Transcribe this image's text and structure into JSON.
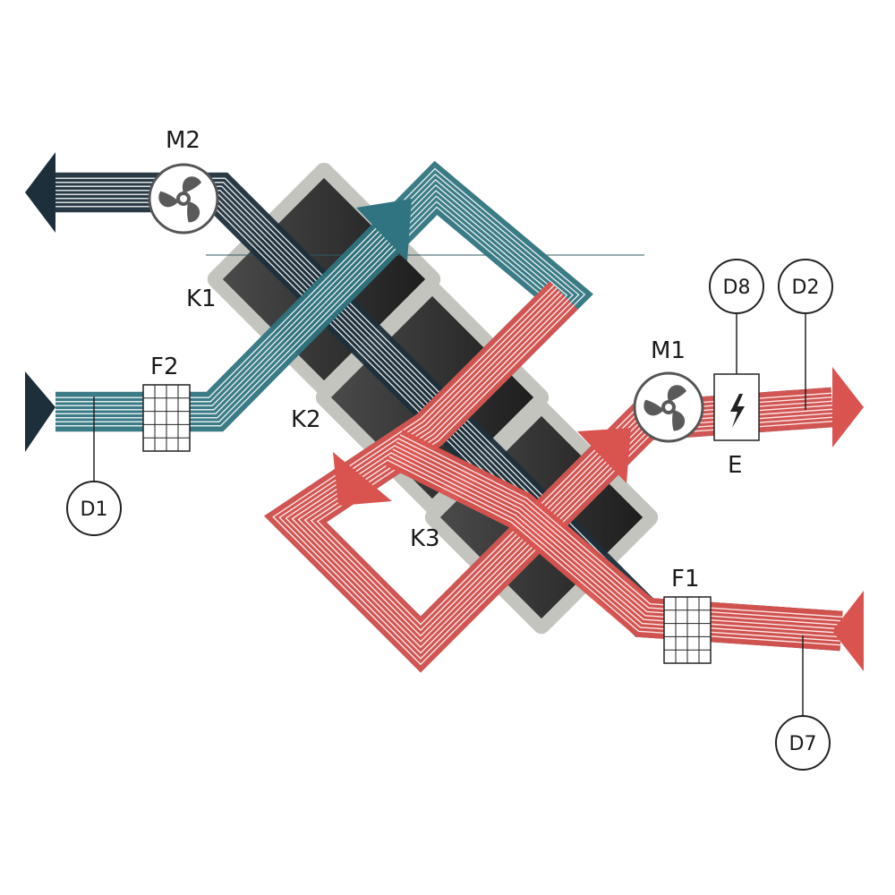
{
  "title": "Heat recovery ventilation unit schematic",
  "colors": {
    "exhaust": "#1c2f3b",
    "extract": "#2f7480",
    "supply": "#d9534f",
    "core": "#3a3a3a",
    "core_frame": "#c4c4bf",
    "fan": "#5a5a5a"
  },
  "fans": [
    {
      "id": "M2",
      "label": "M2"
    },
    {
      "id": "M1",
      "label": "M1"
    }
  ],
  "filters": [
    {
      "id": "F2",
      "label": "F2"
    },
    {
      "id": "F1",
      "label": "F1"
    }
  ],
  "heat_exchangers": [
    {
      "id": "K1",
      "label": "K1"
    },
    {
      "id": "K2",
      "label": "K2"
    },
    {
      "id": "K3",
      "label": "K3"
    }
  ],
  "heater": {
    "id": "E",
    "label": "E",
    "icon": "lightning-icon"
  },
  "sensors": [
    {
      "id": "D1",
      "label": "D1"
    },
    {
      "id": "D8",
      "label": "D8"
    },
    {
      "id": "D2",
      "label": "D2"
    },
    {
      "id": "D7",
      "label": "D7"
    }
  ]
}
